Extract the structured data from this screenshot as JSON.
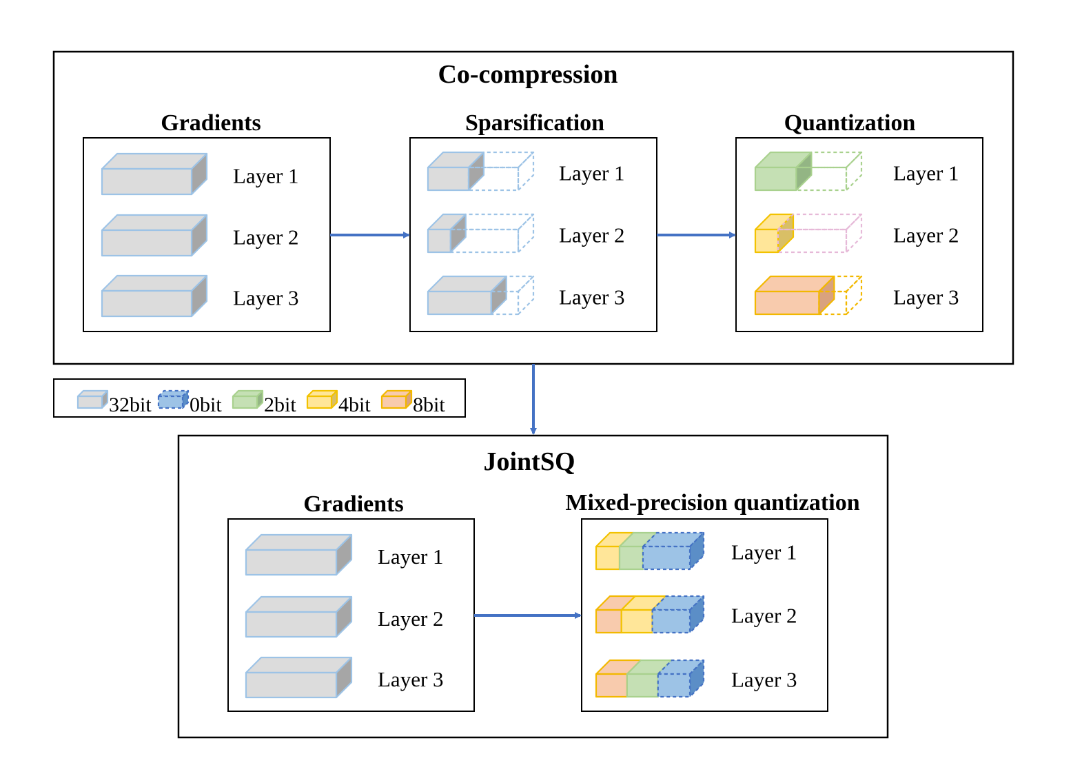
{
  "co_compression": {
    "title": "Co-compression",
    "gradients": {
      "title": "Gradients",
      "layers": [
        {
          "label": "Layer 1",
          "segments": [
            {
              "type": "32bit"
            }
          ]
        },
        {
          "label": "Layer 2",
          "segments": [
            {
              "type": "32bit"
            }
          ]
        },
        {
          "label": "Layer 3",
          "segments": [
            {
              "type": "32bit"
            }
          ]
        }
      ]
    },
    "sparsification": {
      "title": "Sparsification",
      "layers": [
        {
          "label": "Layer 1",
          "segments": [
            {
              "type": "32bit",
              "fraction": 0.45
            },
            {
              "type": "sparse-outline",
              "fraction": 0.55
            }
          ]
        },
        {
          "label": "Layer 2",
          "segments": [
            {
              "type": "32bit",
              "fraction": 0.25
            },
            {
              "type": "sparse-outline",
              "fraction": 0.75
            }
          ]
        },
        {
          "label": "Layer 3",
          "segments": [
            {
              "type": "32bit",
              "fraction": 0.7
            },
            {
              "type": "sparse-outline",
              "fraction": 0.3
            }
          ]
        }
      ]
    },
    "quantization": {
      "title": "Quantization",
      "layers": [
        {
          "label": "Layer 1",
          "segments": [
            {
              "type": "2bit",
              "fraction": 0.45
            },
            {
              "type": "2bit-outline",
              "fraction": 0.55
            }
          ]
        },
        {
          "label": "Layer 2",
          "segments": [
            {
              "type": "4bit",
              "fraction": 0.25
            },
            {
              "type": "pink-outline",
              "fraction": 0.75
            }
          ]
        },
        {
          "label": "Layer 3",
          "segments": [
            {
              "type": "8bit",
              "fraction": 0.7
            },
            {
              "type": "8bit-outline",
              "fraction": 0.3
            }
          ]
        }
      ]
    }
  },
  "legend": {
    "items": [
      {
        "type": "32bit",
        "label": "32bit"
      },
      {
        "type": "0bit",
        "label": "0bit"
      },
      {
        "type": "2bit",
        "label": "2bit"
      },
      {
        "type": "4bit",
        "label": "4bit"
      },
      {
        "type": "8bit",
        "label": "8bit"
      }
    ]
  },
  "jointsq": {
    "title": "JointSQ",
    "gradients": {
      "title": "Gradients",
      "layers": [
        {
          "label": "Layer 1",
          "segments": [
            {
              "type": "32bit"
            }
          ]
        },
        {
          "label": "Layer 2",
          "segments": [
            {
              "type": "32bit"
            }
          ]
        },
        {
          "label": "Layer 3",
          "segments": [
            {
              "type": "32bit"
            }
          ]
        }
      ]
    },
    "mixed_precision": {
      "title": "Mixed-precision quantization",
      "layers": [
        {
          "label": "Layer 1",
          "segments": [
            {
              "type": "4bit",
              "fraction": 0.25
            },
            {
              "type": "2bit",
              "fraction": 0.25
            },
            {
              "type": "0bit",
              "fraction": 0.5
            }
          ]
        },
        {
          "label": "Layer 2",
          "segments": [
            {
              "type": "8bit",
              "fraction": 0.27
            },
            {
              "type": "4bit",
              "fraction": 0.33
            },
            {
              "type": "0bit",
              "fraction": 0.4
            }
          ]
        },
        {
          "label": "Layer 3",
          "segments": [
            {
              "type": "8bit",
              "fraction": 0.33
            },
            {
              "type": "2bit",
              "fraction": 0.33
            },
            {
              "type": "0bit",
              "fraction": 0.34
            }
          ]
        }
      ]
    }
  },
  "styles": {
    "32bit": {
      "face": "#dcdcdc",
      "side": "#a6a6a6",
      "stroke": "#9dc3e6",
      "dashed": false
    },
    "0bit": {
      "face": "#9dc3e6",
      "side": "#5b8ec7",
      "stroke": "#4472c4",
      "dashed": true
    },
    "2bit": {
      "face": "#c5e0b4",
      "side": "#93b584",
      "stroke": "#a9d18e",
      "dashed": false
    },
    "4bit": {
      "face": "#ffe699",
      "side": "#d9bf66",
      "stroke": "#f2c200",
      "dashed": false
    },
    "8bit": {
      "face": "#f8cbad",
      "side": "#d9a27e",
      "stroke": "#f2b800",
      "dashed": false
    },
    "sparse-outline": {
      "face": "none",
      "side": "none",
      "stroke": "#9dc3e6",
      "dashed": true
    },
    "2bit-outline": {
      "face": "none",
      "side": "none",
      "stroke": "#a9d18e",
      "dashed": true
    },
    "pink-outline": {
      "face": "none",
      "side": "none",
      "stroke": "#e6b9d8",
      "dashed": true
    },
    "8bit-outline": {
      "face": "none",
      "side": "none",
      "stroke": "#f2b800",
      "dashed": true
    },
    "arrow": "#4472c4"
  }
}
